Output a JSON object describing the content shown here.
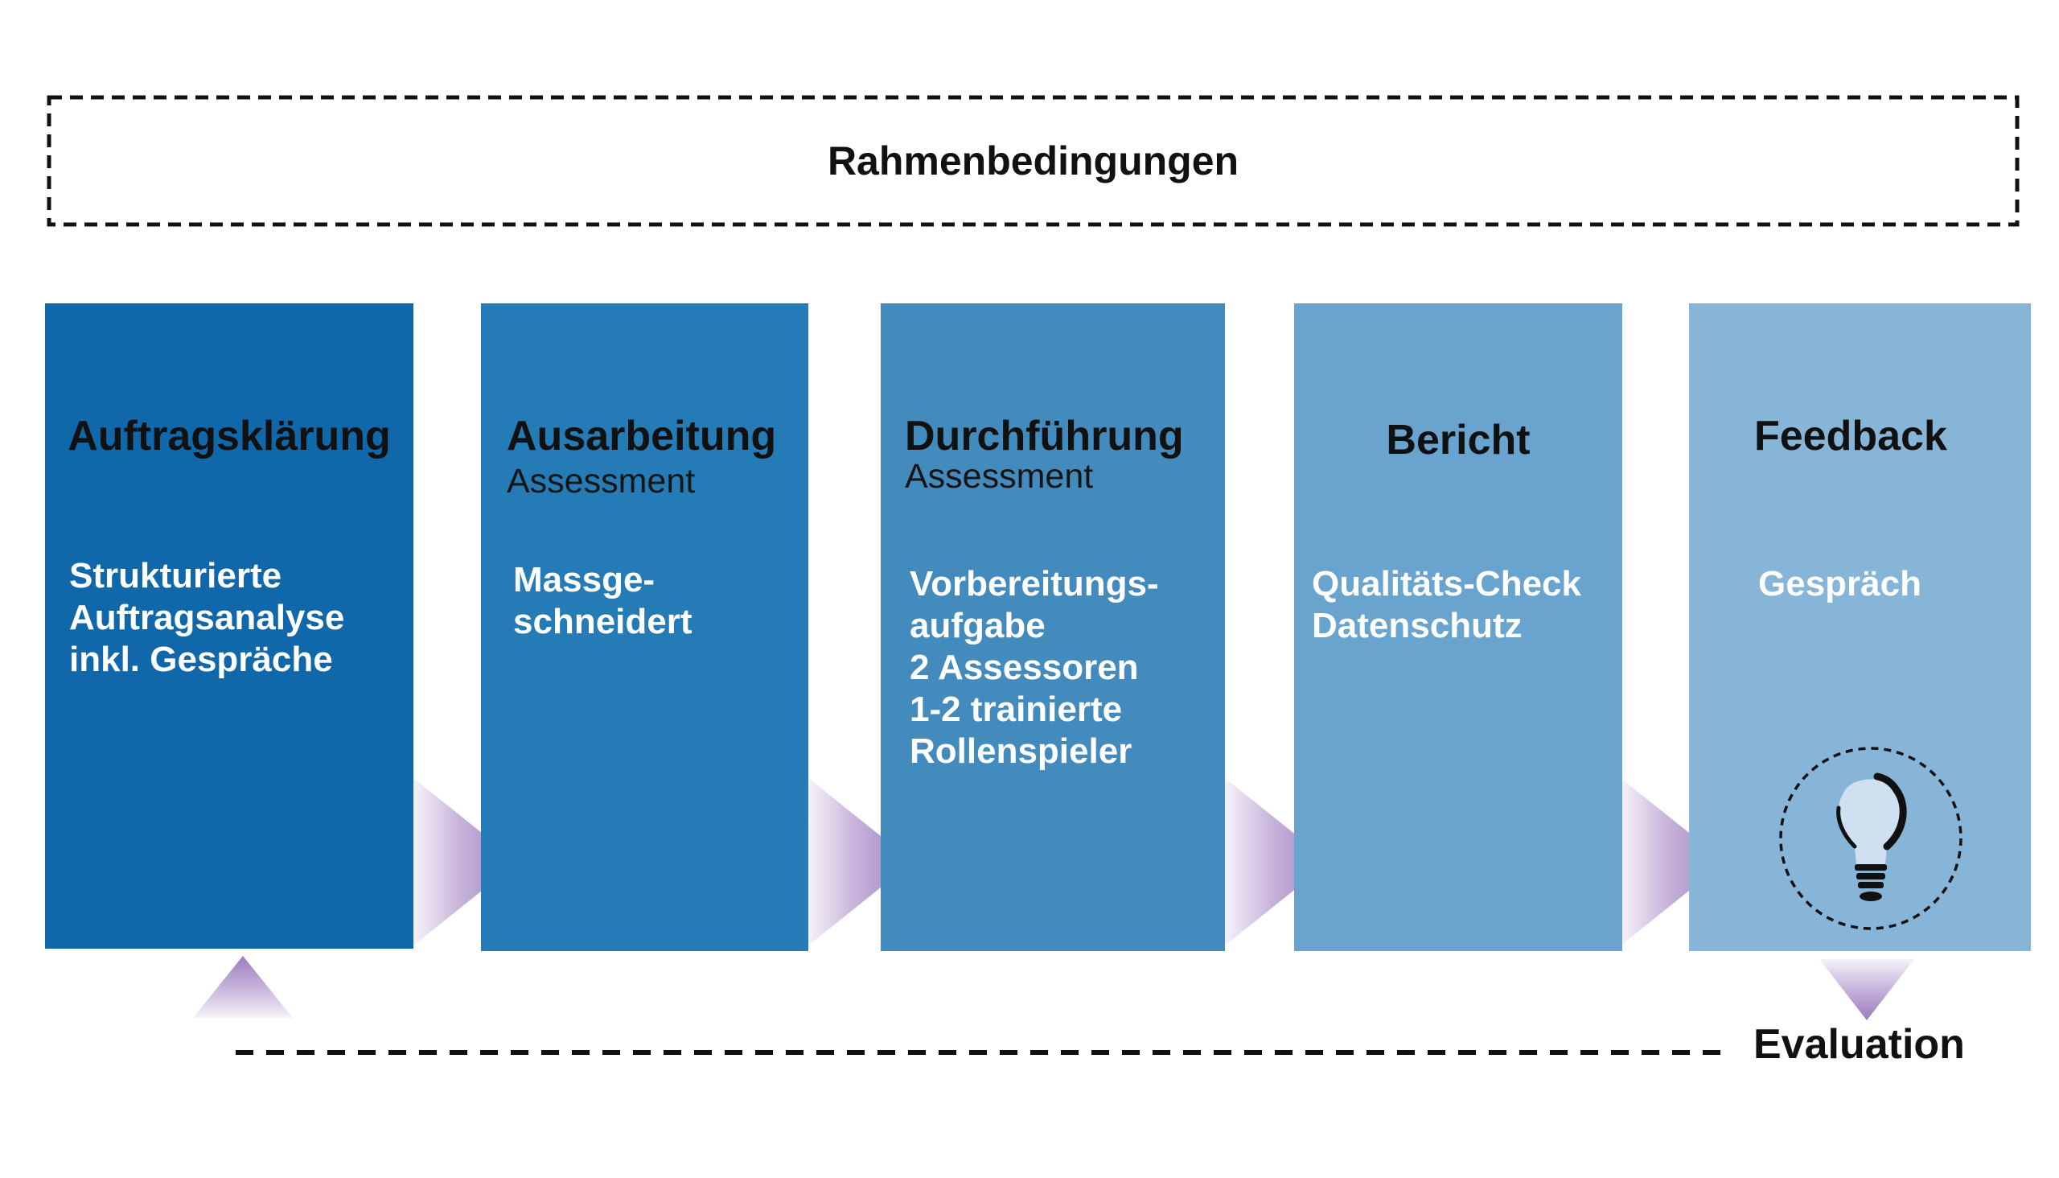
{
  "frame": {
    "title": "Rahmenbedingungen"
  },
  "steps": [
    {
      "title": "Auftragsklärung",
      "subtitle": "",
      "body": [
        "Strukturierte",
        "Auftragsanalyse",
        "inkl. Gespräche"
      ],
      "color": "#1068ab"
    },
    {
      "title": "Ausarbeitung",
      "subtitle": "Assessment",
      "body": [
        "Massge-",
        "schneidert"
      ],
      "color": "#247bb6"
    },
    {
      "title": "Durchführung",
      "subtitle": "Assessment",
      "body": [
        "Vorbereitungs-",
        "aufgabe",
        "2 Assessoren",
        "1-2 trainierte",
        "Rollenspieler"
      ],
      "color": "#448bbd"
    },
    {
      "title": "Bericht",
      "subtitle": "",
      "body": [
        "Qualitäts-Check",
        "Datenschutz"
      ],
      "color": "#68a4cd"
    },
    {
      "title": "Feedback",
      "subtitle": "",
      "body": [
        "Gespräch"
      ],
      "color": "#86b5d8"
    }
  ],
  "evaluation": {
    "label": "Evaluation"
  },
  "colors": {
    "arrow": "#a48ac4",
    "arrow_light": "#f4f0f8",
    "text_dark": "#111111",
    "text_light": "#ffffff"
  },
  "icons": [
    "lightbulb-icon"
  ]
}
